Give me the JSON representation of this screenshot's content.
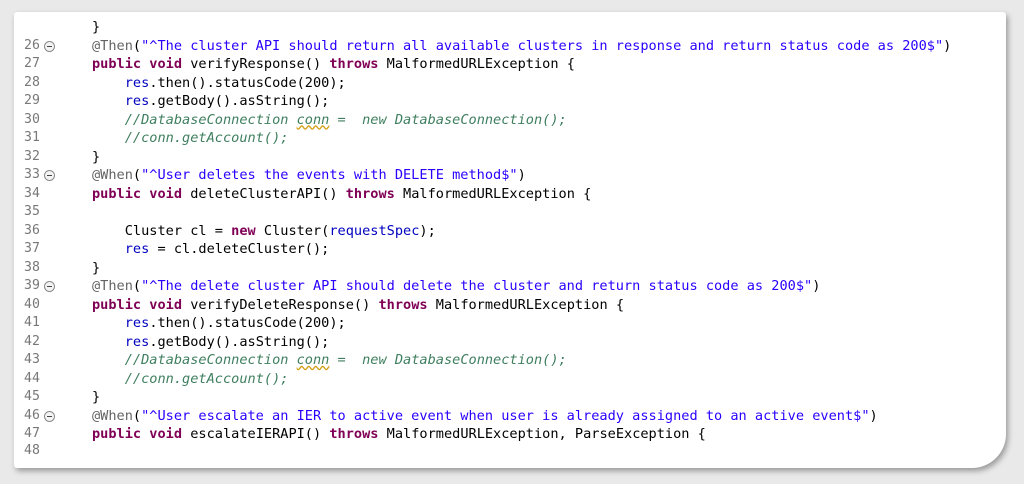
{
  "lines": [
    {
      "n": "",
      "t": "}"
    },
    {
      "n": "26",
      "t": "@Then(\"^The cluster API should return all available clusters in response and return status code as 200$\")"
    },
    {
      "n": "27",
      "t": "public void verifyResponse() throws MalformedURLException {"
    },
    {
      "n": "28",
      "t": "    res.then().statusCode(200);"
    },
    {
      "n": "29",
      "t": "    res.getBody().asString();"
    },
    {
      "n": "30",
      "t": "    //DatabaseConnection conn =  new DatabaseConnection();"
    },
    {
      "n": "31",
      "t": "    //conn.getAccount();"
    },
    {
      "n": "32",
      "t": "}"
    },
    {
      "n": "33",
      "t": "@When(\"^User deletes the events with DELETE method$\")"
    },
    {
      "n": "34",
      "t": "public void deleteClusterAPI() throws MalformedURLException {"
    },
    {
      "n": "35",
      "t": ""
    },
    {
      "n": "36",
      "t": "    Cluster cl = new Cluster(requestSpec);"
    },
    {
      "n": "37",
      "t": "    res = cl.deleteCluster();"
    },
    {
      "n": "38",
      "t": "}"
    },
    {
      "n": "39",
      "t": "@Then(\"^The delete cluster API should delete the cluster and return status code as 200$\")"
    },
    {
      "n": "40",
      "t": "public void verifyDeleteResponse() throws MalformedURLException {"
    },
    {
      "n": "41",
      "t": "    res.then().statusCode(200);"
    },
    {
      "n": "42",
      "t": "    res.getBody().asString();"
    },
    {
      "n": "43",
      "t": "    //DatabaseConnection conn =  new DatabaseConnection();"
    },
    {
      "n": "44",
      "t": "    //conn.getAccount();"
    },
    {
      "n": "45",
      "t": "}"
    },
    {
      "n": "46",
      "t": "@When(\"^User escalate an IER to active event when user is already assigned to an active event$\")"
    },
    {
      "n": "47",
      "t": "public void escalateIERAPI() throws MalformedURLException, ParseException {"
    },
    {
      "n": "48",
      "t": ""
    }
  ],
  "colors": {
    "keyword": "#7f0055",
    "string": "#2a00ff",
    "annotation": "#646464",
    "comment": "#3f7f5f",
    "field": "#0000c0",
    "line_number": "#787878"
  },
  "icons": {
    "fold_marker": "fold-collapse-icon"
  }
}
